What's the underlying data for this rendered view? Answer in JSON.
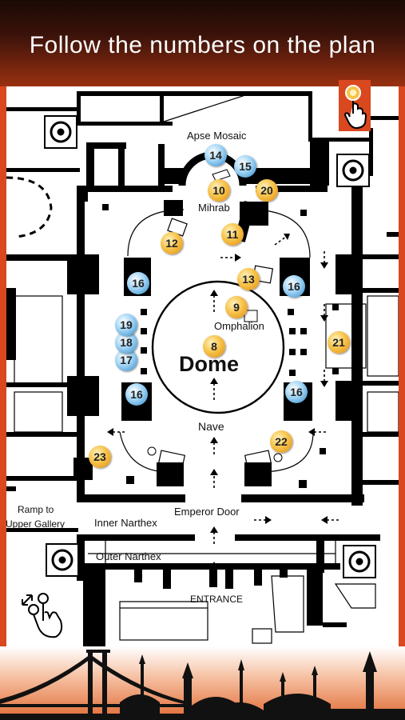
{
  "header": {
    "title": "Follow the numbers on the plan"
  },
  "labels": {
    "apse_mosaic": "Apse Mosaic",
    "mihrab": "Mihrab",
    "omphalion": "Omphalion",
    "dome": "Dome",
    "nave": "Nave",
    "emperor_door": "Emperor Door",
    "inner_narthex": "Inner Narthex",
    "outer_narthex": "Outer Narthex",
    "entrance": "ENTRANCE",
    "ramp_line1": "Ramp to",
    "ramp_line2": "Upper Gallery"
  },
  "markers": {
    "m8": "8",
    "m9": "9",
    "m10": "10",
    "m11": "11",
    "m12": "12",
    "m13": "13",
    "m14": "14",
    "m15": "15",
    "m16a": "16",
    "m16b": "16",
    "m16c": "16",
    "m16d": "16",
    "m17": "17",
    "m18": "18",
    "m19": "19",
    "m20": "20",
    "m21": "21",
    "m22": "22",
    "m23": "23"
  },
  "colors": {
    "accent": "#d9481f",
    "orange_marker": "#f0a020",
    "blue_marker": "#3a8fd0"
  },
  "icons": {
    "toggle": "hand-tap-icon",
    "gesture": "pinch-zoom-icon",
    "stairs": "stair-icon"
  }
}
